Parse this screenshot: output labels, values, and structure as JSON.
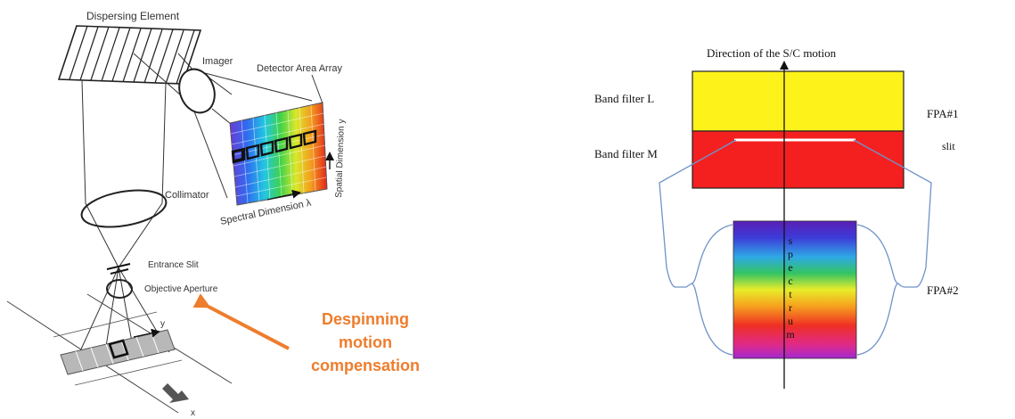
{
  "left_diagram": {
    "dispersing_element": "Dispersing Element",
    "imager": "Imager",
    "detector_area_array": "Detector Area Array",
    "spatial_dimension": "Spatial Dimension y",
    "spectral_dimension": "Spectral Dimension λ",
    "collimator": "Collimator",
    "entrance_slit": "Entrance Slit",
    "objective_aperture": "Objective Aperture",
    "axis_y": "y",
    "axis_x": "x"
  },
  "callout": {
    "line1": "Despinning",
    "line2": "motion",
    "line3": "compensation",
    "color": "#ee7d2d"
  },
  "right_diagram": {
    "direction_label": "Direction of the S/C motion",
    "band_filter_l": "Band filter L",
    "band_filter_m": "Band filter M",
    "fpa1": "FPA#1",
    "slit": "slit",
    "fpa2": "FPA#2",
    "spectrum_letters": [
      "s",
      "p",
      "e",
      "c",
      "t",
      "r",
      "u",
      "m"
    ],
    "colors": {
      "band_l": "#fdf219",
      "band_m": "#f42020",
      "bracket": "#6f93c8"
    }
  }
}
